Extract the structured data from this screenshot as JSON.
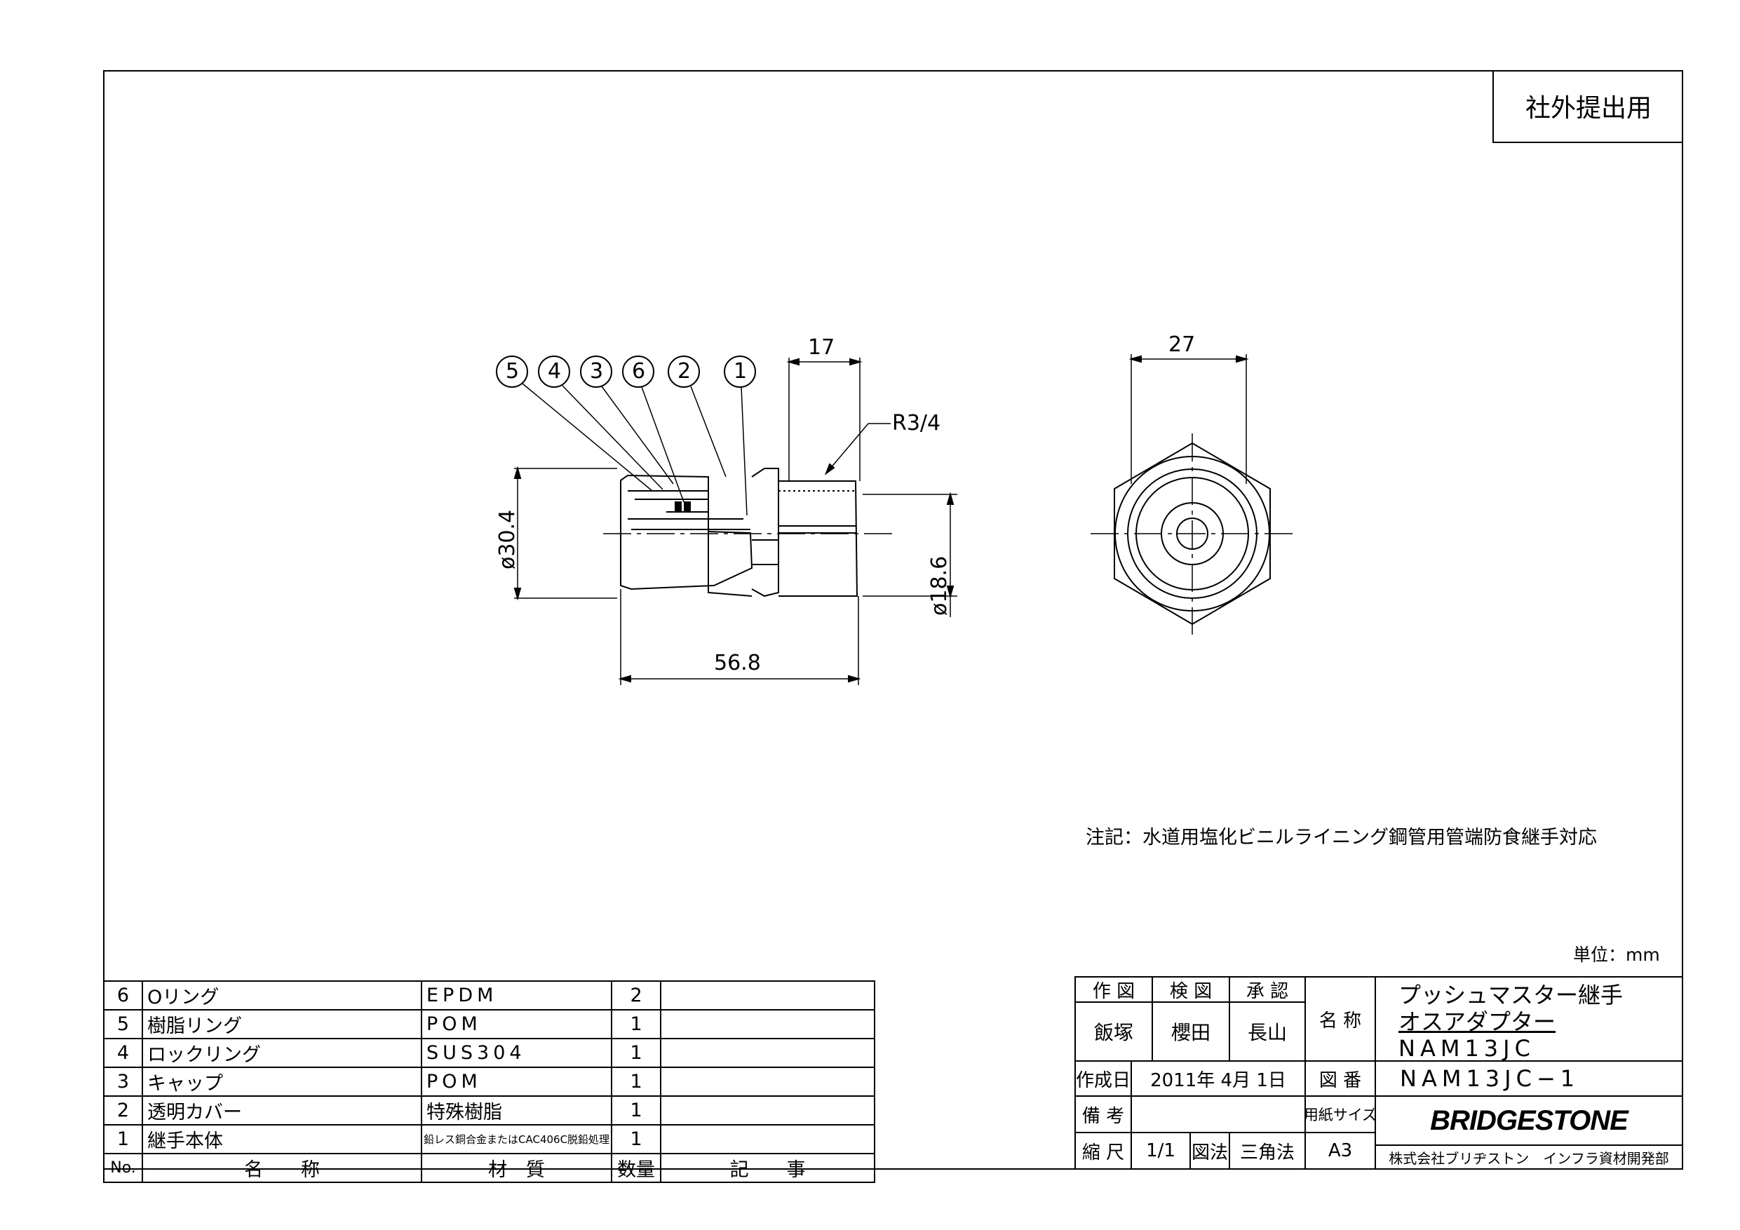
{
  "stamp": "社外提出用",
  "note": "注記：水道用塩化ビニルライニング鋼管用管端防食継手対応",
  "unit": "単位：mm",
  "dimensions": {
    "thread_length": "17",
    "thread": "R3/4",
    "outer_diameter": "ø30.4",
    "pipe_diameter": "ø18.6",
    "total_length": "56.8",
    "hex_width": "27"
  },
  "balloons": [
    "5",
    "4",
    "3",
    "6",
    "2",
    "1"
  ],
  "parts": {
    "header": {
      "no": "No.",
      "name": "名　　称",
      "material": "材　質",
      "qty": "数量",
      "remarks": "記　　事"
    },
    "rows": [
      {
        "no": "6",
        "name": "Oリング",
        "material": "EPDM",
        "qty": "2",
        "remarks": ""
      },
      {
        "no": "5",
        "name": "樹脂リング",
        "material": "POM",
        "qty": "1",
        "remarks": ""
      },
      {
        "no": "4",
        "name": "ロックリング",
        "material": "SUS304",
        "qty": "1",
        "remarks": ""
      },
      {
        "no": "3",
        "name": "キャップ",
        "material": "POM",
        "qty": "1",
        "remarks": ""
      },
      {
        "no": "2",
        "name": "透明カバー",
        "material": "特殊樹脂",
        "qty": "1",
        "remarks": ""
      },
      {
        "no": "1",
        "name": "継手本体",
        "material": "鉛レス銅合金またはCAC406C脱鉛処理",
        "qty": "1",
        "remarks": ""
      }
    ]
  },
  "title_block": {
    "drawn_label": "作 図",
    "checked_label": "検 図",
    "approved_label": "承 認",
    "drawn_by": "飯塚",
    "checked_by": "櫻田",
    "approved_by": "長山",
    "name_label": "名 称",
    "product_line1": "プッシュマスター継手",
    "product_line2": "オスアダプター",
    "product_code": "NAM13JC",
    "date_label": "作成日",
    "date": "2011年 4月 1日",
    "drawing_no_label": "図 番",
    "drawing_no": "NAM13JC−1",
    "remarks_label": "備 考",
    "paper_label": "用紙サイズ",
    "paper": "A3",
    "scale_label": "縮 尺",
    "scale": "1/1",
    "projection_label": "図法",
    "projection": "三角法",
    "logo": "BRIDGESTONE",
    "company": "株式会社ブリヂストン　インフラ資材開発部"
  }
}
